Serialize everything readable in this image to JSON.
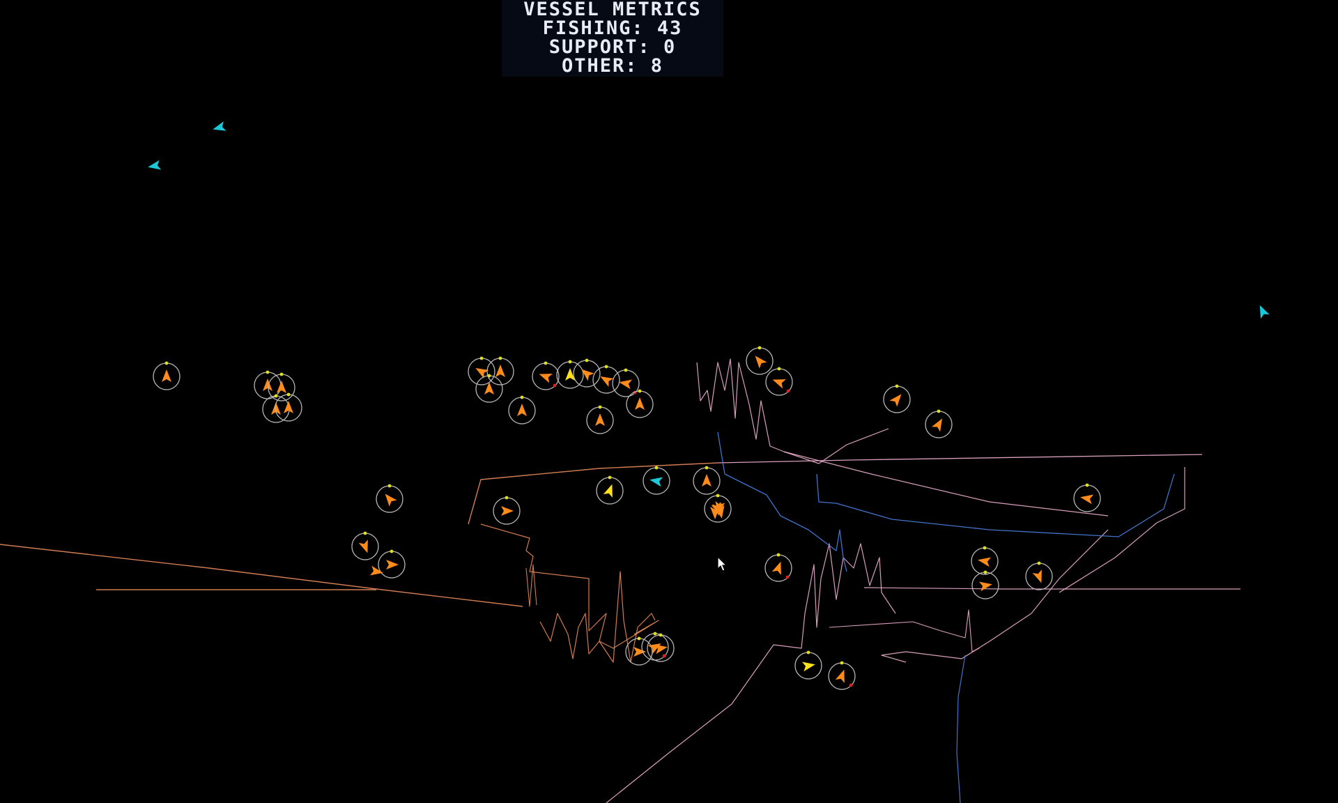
{
  "metrics": {
    "title": "VESSEL METRICS",
    "fishing": "FISHING: 43",
    "support": "SUPPORT: 0",
    "other": "OTHER: 8"
  },
  "colors": {
    "background": "#000000",
    "fishing_vessel": "#ff8c1a",
    "highlight_vessel": "#ffe21a",
    "other_vessel": "#1ac8d8",
    "vessel_ring": "#b8b8b8",
    "status_dot_good": "#e0e020",
    "status_dot_alert": "#e02020",
    "track_orange": "#e98a5a",
    "track_pink": "#f0b0d0",
    "track_blue": "#4a80e0"
  },
  "icons": {
    "vessel": "arrow-marker-icon",
    "cursor": "mouse-pointer-icon"
  }
}
